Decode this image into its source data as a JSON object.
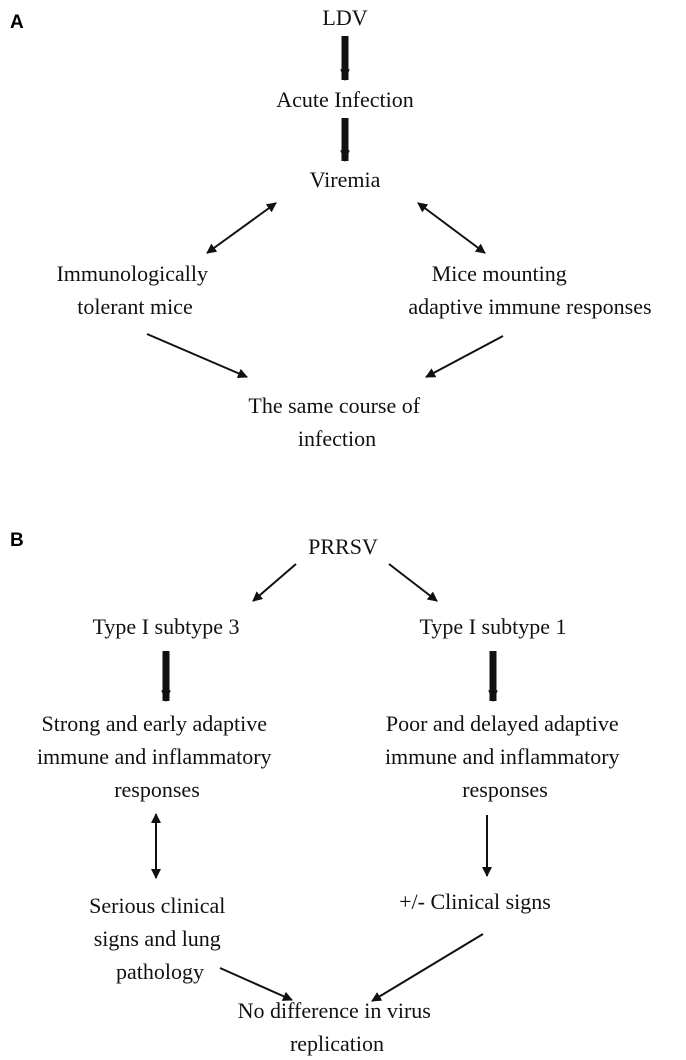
{
  "panel_a": {
    "label": "A",
    "ldv": "LDV",
    "acute_infection": "Acute Infection",
    "viremia": "Viremia",
    "tolerant_line1": "Immunologically",
    "tolerant_line2": "tolerant mice",
    "mounting_line1": "Mice mounting",
    "mounting_line2": "adaptive immune responses",
    "same_course_line1": "The same course of",
    "same_course_line2": "infection"
  },
  "panel_b": {
    "label": "B",
    "prrsv": "PRRSV",
    "subtype3": "Type I subtype 3",
    "subtype1": "Type I subtype 1",
    "strong_line1": "Strong and early adaptive",
    "strong_line2": "immune and inflammatory",
    "strong_line3": "responses",
    "poor_line1": "Poor and delayed adaptive",
    "poor_line2": "immune and inflammatory",
    "poor_line3": "responses",
    "serious_line1": "Serious clinical",
    "serious_line2": "signs and lung",
    "serious_line3": "pathology",
    "clinical_signs": "+/- Clinical signs",
    "no_difference_line1": "No difference in virus",
    "no_difference_line2": "replication"
  },
  "colors": {
    "ink": "#111111",
    "background": "#ffffff"
  }
}
